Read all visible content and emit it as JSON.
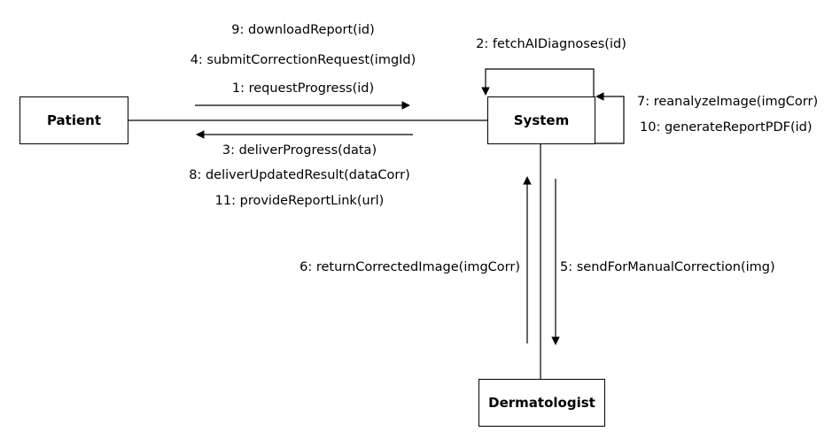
{
  "diagram": {
    "actors": {
      "patient": "Patient",
      "system": "System",
      "dermatologist": "Dermatologist"
    },
    "messages": {
      "m9": "9: downloadReport(id)",
      "m4": "4: submitCorrectionRequest(imgId)",
      "m1": "1: requestProgress(id)",
      "m2": "2: fetchAIDiagnoses(id)",
      "m3": "3: deliverProgress(data)",
      "m8": "8: deliverUpdatedResult(dataCorr)",
      "m11": "11: provideReportLink(url)",
      "m7": "7: reanalyzeImage(imgCorr)",
      "m10": "10: generateReportPDF(id)",
      "m6": "6:  returnCorrectedImage(imgCorr)",
      "m5": "5:  sendForManualCorrection(img)"
    },
    "colors": {
      "stroke": "#000000",
      "background": "#ffffff"
    }
  }
}
